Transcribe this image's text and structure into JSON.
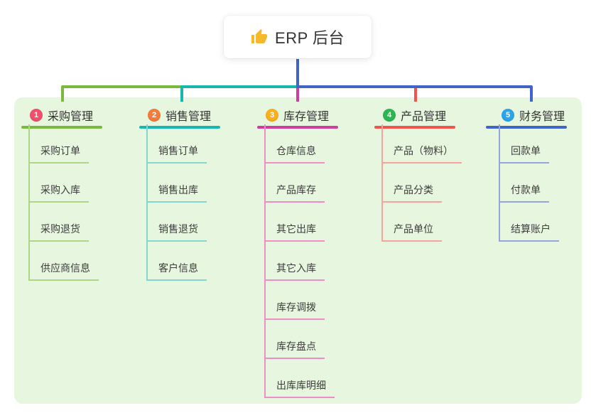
{
  "root": {
    "label": "ERP 后台",
    "icon": "thumbs-up-icon"
  },
  "theme": {
    "page_bg": "#ffffff",
    "panel_bg": "#e7f6df",
    "header_text_color": "#333333",
    "child_text_color": "#3d3d3d",
    "root_icon_color": "#f7b92c"
  },
  "branches": [
    {
      "index": "1",
      "label": "采购管理",
      "badge_color": "#f0506e",
      "line_color": "#7ab840",
      "child_color": "#aed687",
      "children": [
        "采购订单",
        "采购入库",
        "采购退货",
        "供应商信息"
      ]
    },
    {
      "index": "2",
      "label": "销售管理",
      "badge_color": "#f57d3b",
      "line_color": "#16b8ae",
      "child_color": "#86d6d0",
      "children": [
        "销售订单",
        "销售出库",
        "销售退货",
        "客户信息"
      ]
    },
    {
      "index": "3",
      "label": "库存管理",
      "badge_color": "#f9b01f",
      "line_color": "#ce3e9a",
      "child_color": "#ef8ec6",
      "children": [
        "仓库信息",
        "产品库存",
        "其它出库",
        "其它入库",
        "库存调拨",
        "库存盘点",
        "出库库明细"
      ]
    },
    {
      "index": "4",
      "label": "产品管理",
      "badge_color": "#2eb553",
      "line_color": "#f0544c",
      "child_color": "#f8a39d",
      "children": [
        "产品（物料）",
        "产品分类",
        "产品单位"
      ]
    },
    {
      "index": "5",
      "label": "财务管理",
      "badge_color": "#2aa4ea",
      "line_color": "#4164c9",
      "child_color": "#93a5dc",
      "children": [
        "回款单",
        "付款单",
        "结算账户"
      ]
    }
  ]
}
